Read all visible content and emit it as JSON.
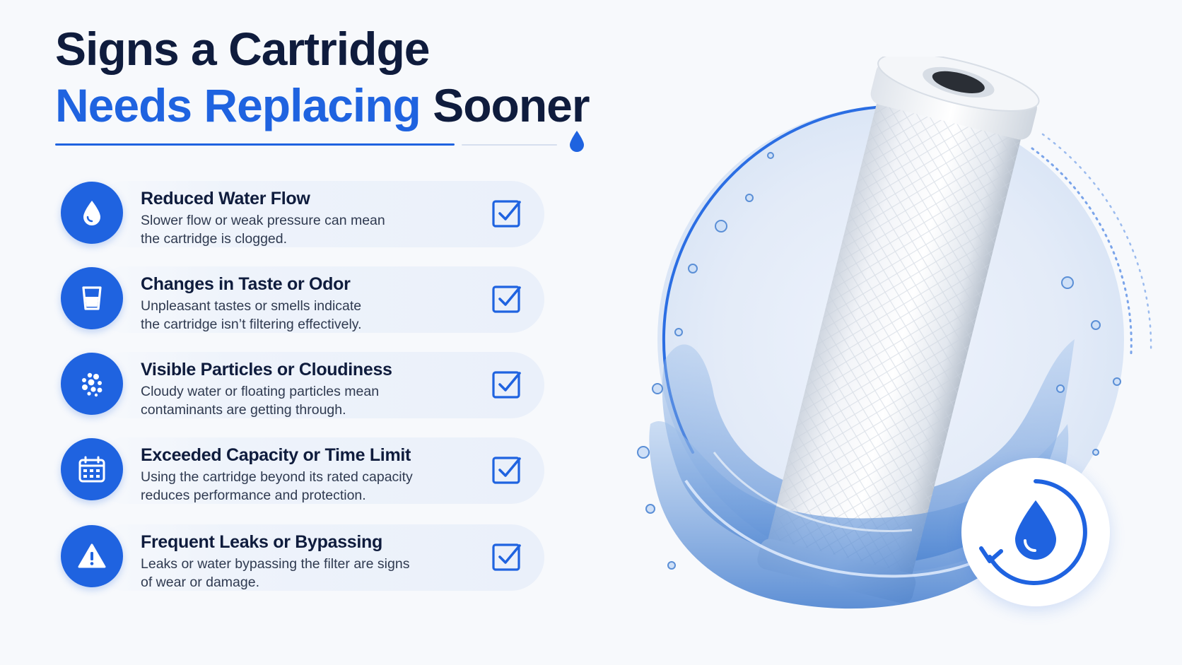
{
  "header": {
    "title_line1": "Signs a Cartridge",
    "title_line2_highlight": "Needs Replacing",
    "title_line2_rest": "Sooner"
  },
  "signs": [
    {
      "icon": "water-drop-icon",
      "title": "Reduced Water Flow",
      "desc_line1": "Slower flow or weak pressure can mean",
      "desc_line2": "the cartridge is clogged."
    },
    {
      "icon": "glass-icon",
      "title": "Changes in Taste or Odor",
      "desc_line1": "Unpleasant tastes or smells indicate",
      "desc_line2": "the cartridge isn’t filtering effectively."
    },
    {
      "icon": "particles-icon",
      "title": "Visible Particles or Cloudiness",
      "desc_line1": "Cloudy water or floating particles mean",
      "desc_line2": "contaminants are getting through."
    },
    {
      "icon": "calendar-icon",
      "title": "Exceeded Capacity or Time Limit",
      "desc_line1": "Using the cartridge beyond its rated capacity",
      "desc_line2": "reduces performance and protection."
    },
    {
      "icon": "warning-icon",
      "title": "Frequent Leaks or Bypassing",
      "desc_line1": "Leaks or water bypassing the filter are signs",
      "desc_line2": "of wear or damage."
    }
  ],
  "colors": {
    "accent": "#1f63e0",
    "heading": "#0f1c3d",
    "body_text": "#2f3a50",
    "background": "#f7f9fc"
  }
}
